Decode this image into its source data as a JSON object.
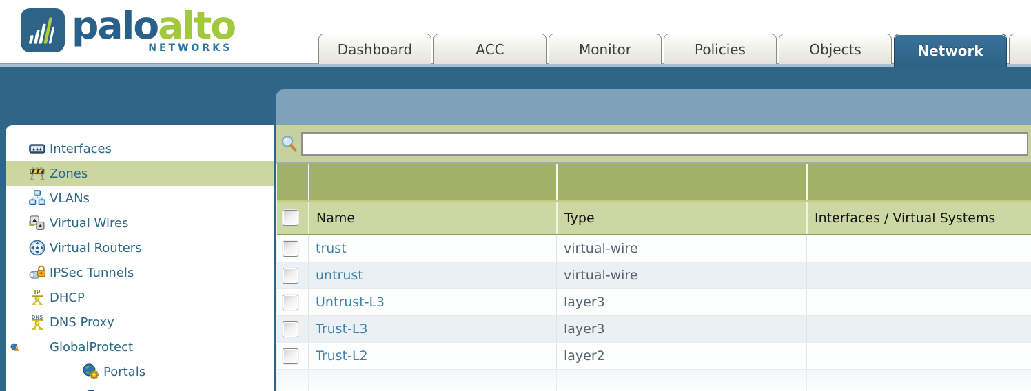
{
  "brand": {
    "name_part1": "palo",
    "name_part2": "alto",
    "subtitle": "NETWORKS",
    "logo_icon": "paloalto-logo-icon"
  },
  "tabs": [
    {
      "label": "Dashboard",
      "active": false
    },
    {
      "label": "ACC",
      "active": false
    },
    {
      "label": "Monitor",
      "active": false
    },
    {
      "label": "Policies",
      "active": false
    },
    {
      "label": "Objects",
      "active": false
    },
    {
      "label": "Network",
      "active": true
    },
    {
      "label": "",
      "active": false,
      "partial": true
    }
  ],
  "sidebar": {
    "items": [
      {
        "label": "Interfaces",
        "icon": "interfaces-icon",
        "selected": false,
        "indent": 0,
        "expander": false
      },
      {
        "label": "Zones",
        "icon": "zones-icon",
        "selected": true,
        "indent": 0,
        "expander": false
      },
      {
        "label": "VLANs",
        "icon": "vlans-icon",
        "selected": false,
        "indent": 0,
        "expander": false
      },
      {
        "label": "Virtual Wires",
        "icon": "virtual-wires-icon",
        "selected": false,
        "indent": 0,
        "expander": false
      },
      {
        "label": "Virtual Routers",
        "icon": "virtual-routers-icon",
        "selected": false,
        "indent": 0,
        "expander": false
      },
      {
        "label": "IPSec Tunnels",
        "icon": "ipsec-tunnels-icon",
        "selected": false,
        "indent": 0,
        "expander": false
      },
      {
        "label": "DHCP",
        "icon": "dhcp-icon",
        "selected": false,
        "indent": 0,
        "expander": false
      },
      {
        "label": "DNS Proxy",
        "icon": "dns-proxy-icon",
        "selected": false,
        "indent": 0,
        "expander": false
      },
      {
        "label": "GlobalProtect",
        "icon": "globalprotect-icon",
        "selected": false,
        "indent": 0,
        "expander": true
      },
      {
        "label": "Portals",
        "icon": "portals-icon",
        "selected": false,
        "indent": 1,
        "expander": false
      },
      {
        "label": "",
        "icon": "globe-icon",
        "selected": false,
        "indent": 1,
        "expander": false,
        "partial": true
      }
    ]
  },
  "toolbar": {
    "search_value": "",
    "search_icon": "search-icon"
  },
  "table": {
    "columns": [
      "Name",
      "Type",
      "Interfaces / Virtual Systems"
    ],
    "rows": [
      {
        "name": "trust",
        "type": "virtual-wire",
        "interfaces": ""
      },
      {
        "name": "untrust",
        "type": "virtual-wire",
        "interfaces": ""
      },
      {
        "name": "Untrust-L3",
        "type": "layer3",
        "interfaces": ""
      },
      {
        "name": "Trust-L3",
        "type": "layer3",
        "interfaces": ""
      },
      {
        "name": "Trust-L2",
        "type": "layer2",
        "interfaces": ""
      }
    ]
  },
  "colors": {
    "teal_background": "#2f6587",
    "panel_blue": "#7fa1ba",
    "toolbar_green": "#c6d19d",
    "header_olive_dark": "#a2b168",
    "header_olive_light": "#ccd7a3",
    "selected_item_bg": "#cbd6a1",
    "link_blue": "#3e82a8",
    "sidebar_text": "#2a6886",
    "active_tab_bg": "#2d6285",
    "row_alt_bg": "#ebf0f5",
    "brand_blue": "#29608a",
    "brand_green": "#a2c93c"
  }
}
